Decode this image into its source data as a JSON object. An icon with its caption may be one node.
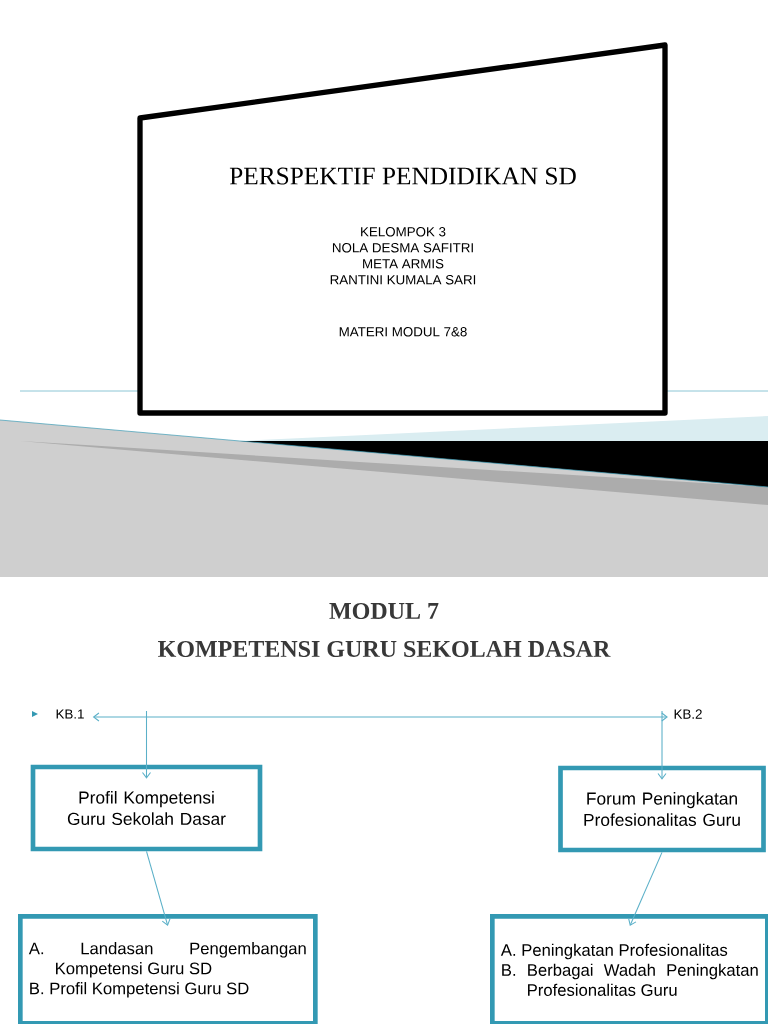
{
  "diagram": {
    "title": "MODUL 7",
    "nodes": [
      {
        "text": [
          "PERSPEKTIF PENDIDIKAN SD",
          "KELOMPOK 3",
          "NOLA DESMA SAFITRI",
          "META ARMIS",
          "RANTINI KUMALA SARI",
          "MATERI MODUL 7&8"
        ]
      },
      {
        "text": [
          "KB.1"
        ]
      },
      {
        "text": [
          "KB.2"
        ]
      },
      {
        "text": [
          "Profil Kompetensi Guru Sekolah Dasar"
        ]
      },
      {
        "text": [
          "Forum Peningkatan Profesionalitas Guru"
        ]
      },
      {
        "text": [
          "A. Landasan Pengembangan Kompetensi Guru SD",
          "B. Profil Kompetensi Guru SD"
        ]
      },
      {
        "text": [
          "A. Peningkatan Profesionalitas",
          "B. Berbagai Wadah Peningkatan Profesionalitas Guru"
        ]
      }
    ],
    "edges": [
      {
        "from": 1,
        "to": 2,
        "arrow": "both"
      },
      {
        "from": 1,
        "to": 3,
        "arrow": "to"
      },
      {
        "from": 2,
        "to": 4,
        "arrow": "to"
      },
      {
        "from": 3,
        "to": 5,
        "arrow": "to"
      },
      {
        "from": 4,
        "to": 6,
        "arrow": "to"
      }
    ],
    "labels": [
      "KOMPETENSI GURU SEKOLAH DASAR"
    ]
  }
}
